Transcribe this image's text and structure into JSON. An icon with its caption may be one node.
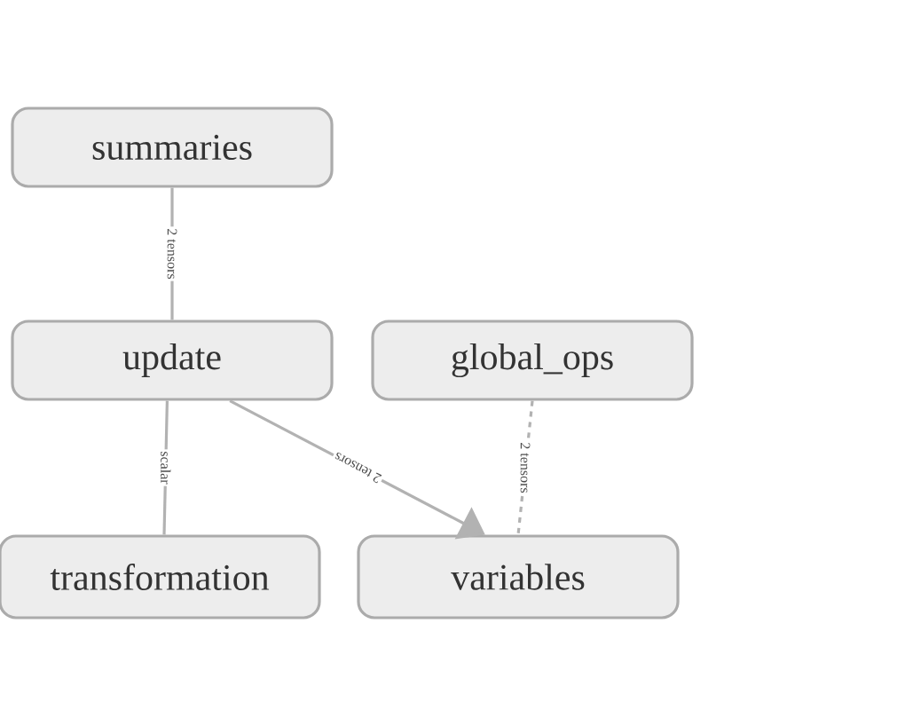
{
  "diagram": {
    "nodes": [
      {
        "text": [
          "summaries"
        ]
      },
      {
        "text": [
          "update"
        ]
      },
      {
        "text": [
          "global_ops"
        ]
      },
      {
        "text": [
          "transformation"
        ]
      },
      {
        "text": [
          "variables"
        ]
      }
    ],
    "edges": [
      {
        "from": 0,
        "to": 1,
        "arrow": "none",
        "label": "2 tensors"
      },
      {
        "from": 1,
        "to": 3,
        "arrow": "none",
        "label": "scalar"
      },
      {
        "from": 1,
        "to": 4,
        "arrow": "to",
        "label": "2 tensors"
      },
      {
        "from": 2,
        "to": 4,
        "arrow": "none",
        "label": "2 tensors",
        "style": "dashed"
      }
    ]
  }
}
